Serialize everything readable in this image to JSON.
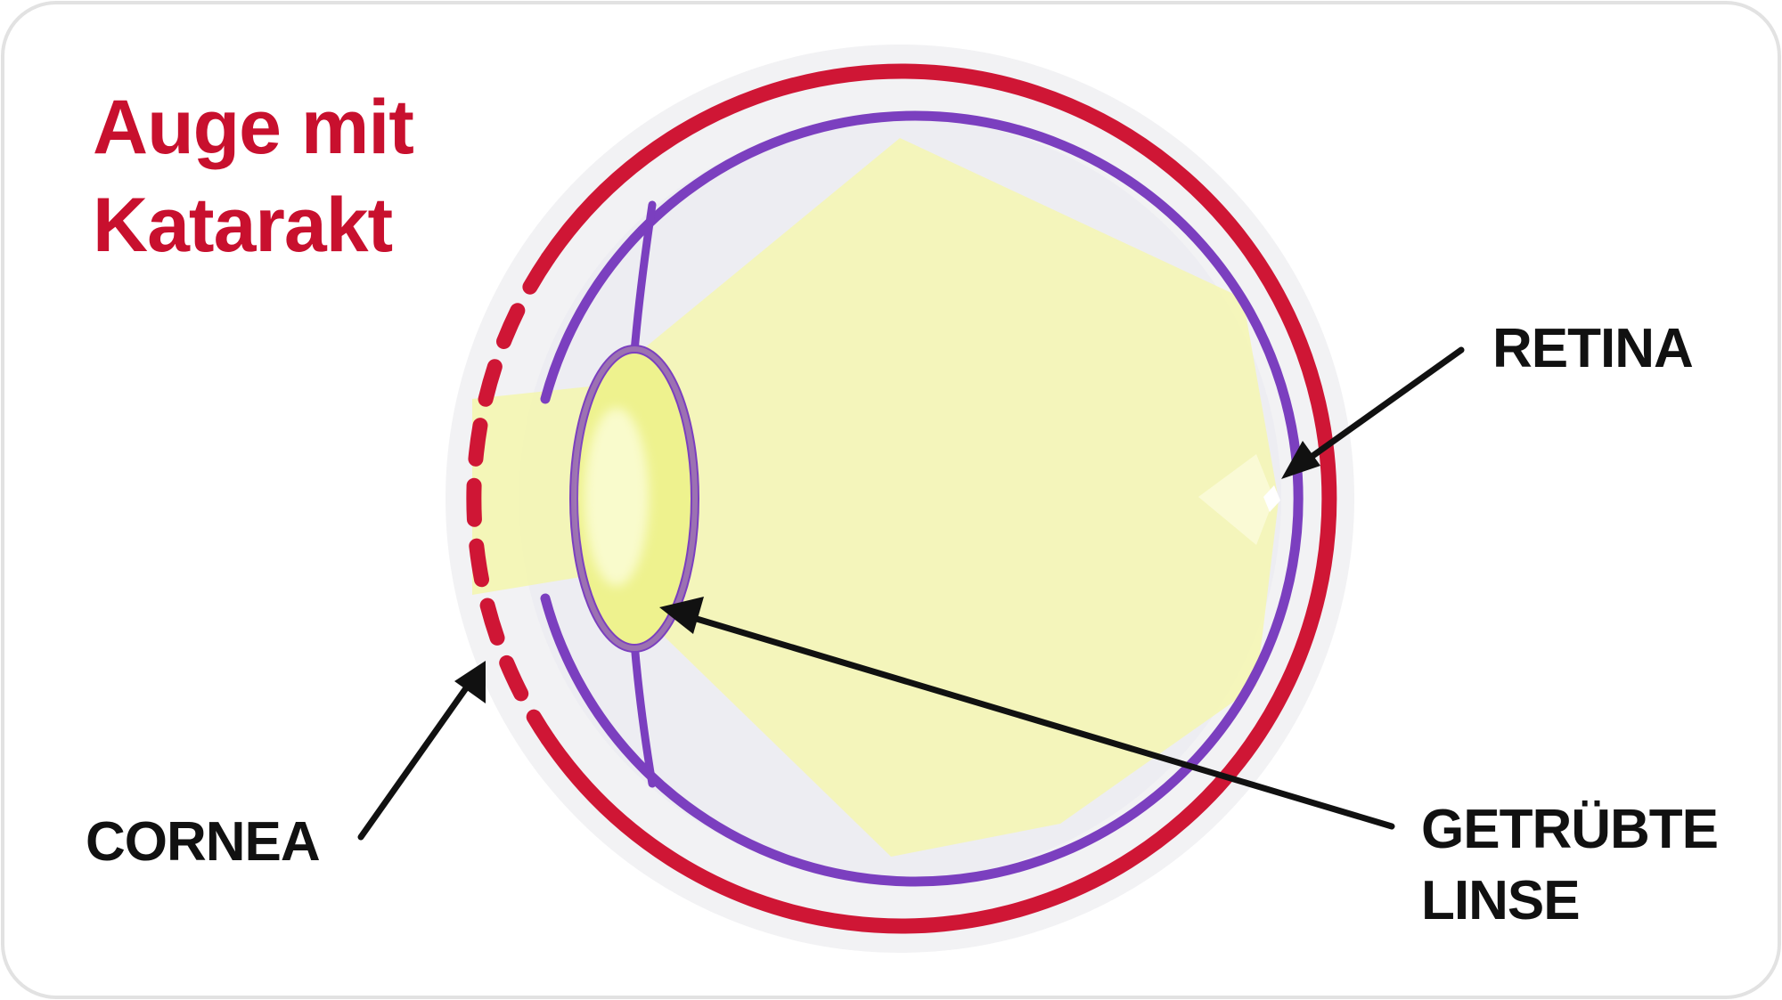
{
  "title": {
    "line1": "Auge mit",
    "line2": "Katarakt"
  },
  "labels": {
    "retina": "RETINA",
    "cornea": "CORNEA",
    "lens_line1": "GETRÜBTE",
    "lens_line2": "LINSE"
  },
  "colors": {
    "title": "#c8102e",
    "sclera": "#cf1635",
    "choroid": "#7b3fbf",
    "light_beam": "#f3f5b4",
    "lens": "#eef28e",
    "label": "#111111",
    "frame": "#dddddd"
  }
}
